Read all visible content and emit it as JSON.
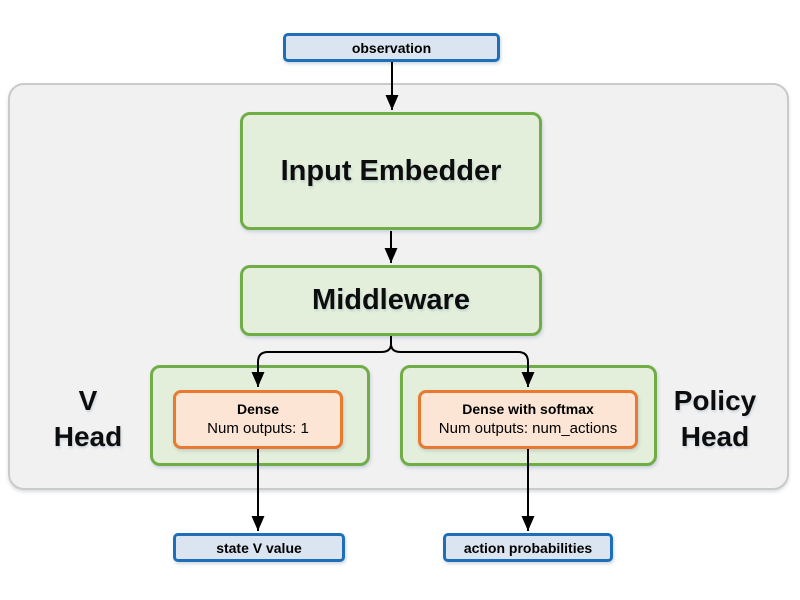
{
  "diagram": {
    "title_semantic": "actor-critic network architecture",
    "nodes": {
      "observation": {
        "label": "observation"
      },
      "input_embedder": {
        "label": "Input Embedder"
      },
      "middleware": {
        "label": "Middleware"
      },
      "v_head": {
        "group_label": "V\nHead",
        "dense": {
          "title": "Dense",
          "subtitle": "Num outputs: 1"
        }
      },
      "policy_head": {
        "group_label": "Policy\nHead",
        "dense": {
          "title": "Dense with softmax",
          "subtitle": "Num outputs: num_actions"
        }
      },
      "state_v_value": {
        "label": "state V value"
      },
      "action_probabilities": {
        "label": "action probabilities"
      }
    },
    "colors": {
      "blue_border": "#1f6fb8",
      "blue_fill": "#dbe5f1",
      "green_border": "#71ad47",
      "green_fill": "#e3efdb",
      "orange_border": "#e8792e",
      "orange_fill": "#fce5d5",
      "container_fill": "#f1f1f2",
      "container_border": "#c9caca",
      "arrow": "#000000",
      "text": "#0d0d0d"
    }
  }
}
